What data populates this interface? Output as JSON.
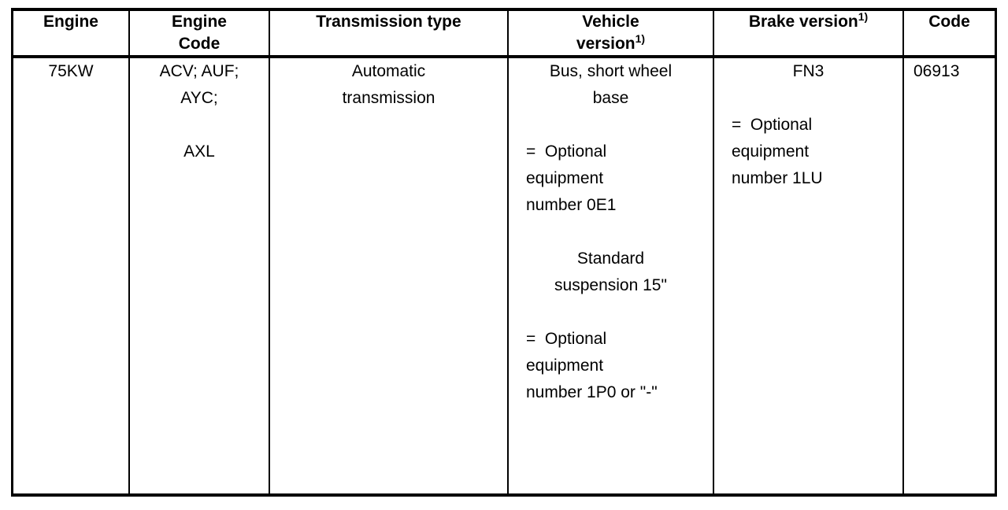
{
  "table": {
    "footnote_marker": "1)",
    "headers": [
      {
        "id": "engine",
        "label": "Engine"
      },
      {
        "id": "engine-code",
        "label": "Engine\nCode"
      },
      {
        "id": "transmission",
        "label": "Transmission type"
      },
      {
        "id": "vehicle",
        "label": "Vehicle\nversion",
        "footnote": "1)"
      },
      {
        "id": "brake",
        "label": "Brake version",
        "footnote": "1)"
      },
      {
        "id": "code",
        "label": "Code"
      }
    ],
    "rows": [
      {
        "engine": {
          "lines": [
            {
              "text": "75KW",
              "align": "center"
            }
          ]
        },
        "engine_code": {
          "lines": [
            {
              "text": "ACV; AUF;",
              "align": "center"
            },
            {
              "text": "AYC;",
              "align": "center"
            },
            {
              "text": "",
              "align": "center"
            },
            {
              "text": "AXL",
              "align": "center"
            }
          ]
        },
        "transmission": {
          "lines": [
            {
              "text": "Automatic",
              "align": "center"
            },
            {
              "text": "transmission",
              "align": "center"
            }
          ]
        },
        "vehicle_version": {
          "lines": [
            {
              "text": "Bus, short wheel",
              "align": "center"
            },
            {
              "text": "base",
              "align": "center"
            },
            {
              "text": "",
              "align": "center"
            },
            {
              "text": "=  Optional",
              "align": "left"
            },
            {
              "text": "equipment",
              "align": "left"
            },
            {
              "text": "number 0E1",
              "align": "left"
            },
            {
              "text": "",
              "align": "center"
            },
            {
              "text": "Standard",
              "align": "center"
            },
            {
              "text": "suspension 15\"",
              "align": "center"
            },
            {
              "text": "",
              "align": "center"
            },
            {
              "text": "=  Optional",
              "align": "left"
            },
            {
              "text": "equipment",
              "align": "left"
            },
            {
              "text": "number 1P0 or \"-\"",
              "align": "left"
            }
          ]
        },
        "brake_version": {
          "lines": [
            {
              "text": "FN3",
              "align": "center"
            },
            {
              "text": "",
              "align": "center"
            },
            {
              "text": "=  Optional",
              "align": "left"
            },
            {
              "text": "equipment",
              "align": "left"
            },
            {
              "text": "number 1LU",
              "align": "left"
            }
          ]
        },
        "code": {
          "value": "06913"
        }
      }
    ]
  },
  "colors": {
    "border": "#000000",
    "background": "#ffffff",
    "text": "#000000"
  }
}
